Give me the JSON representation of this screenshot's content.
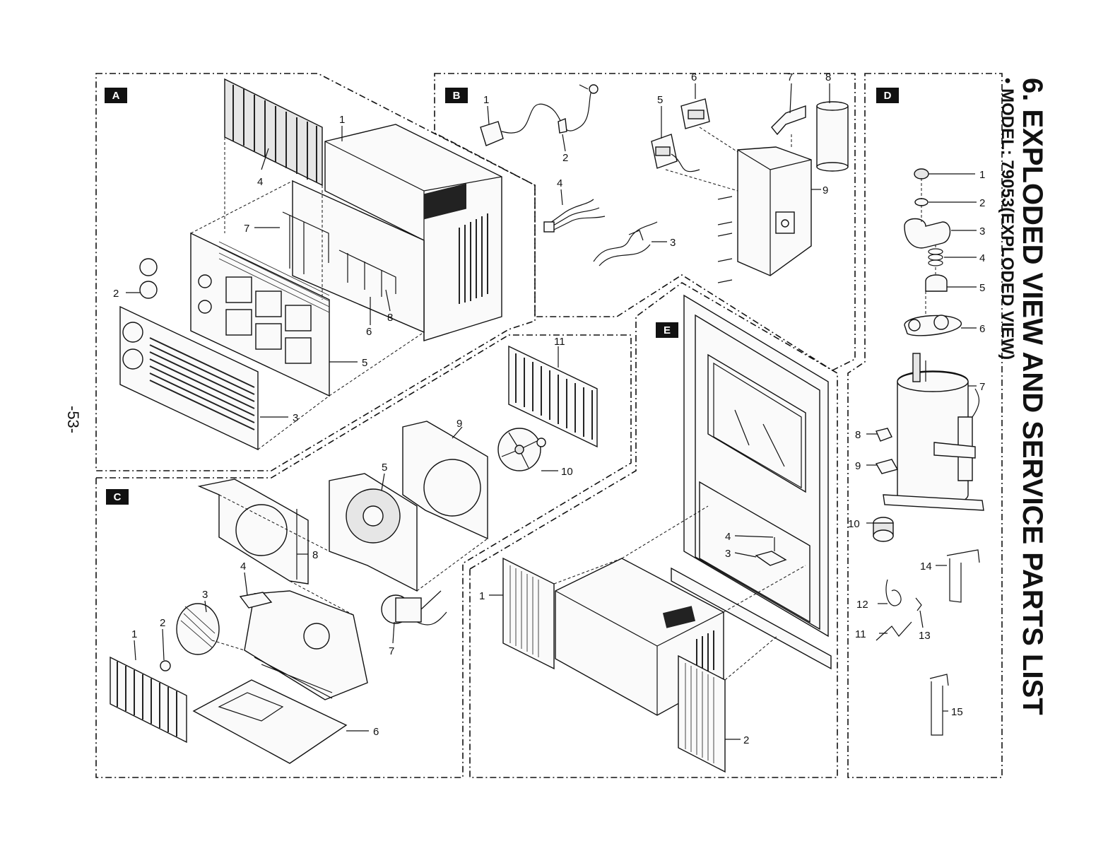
{
  "title": {
    "heading": "6. EXPLODED VIEW AND SERVICE PARTS LIST",
    "model": "• MODEL: 79053(EXPLODED VIEW)"
  },
  "page_number": "-53-",
  "sections": {
    "a": {
      "letter": "A",
      "callouts": [
        "1",
        "2",
        "3",
        "4",
        "5",
        "6",
        "7",
        "8"
      ]
    },
    "b": {
      "letter": "B",
      "callouts": [
        "1",
        "2",
        "3",
        "4",
        "5",
        "6",
        "7",
        "8",
        "9"
      ]
    },
    "c": {
      "letter": "C",
      "callouts": [
        "1",
        "2",
        "3",
        "4",
        "5",
        "6",
        "7",
        "8",
        "9",
        "10",
        "11"
      ]
    },
    "d": {
      "letter": "D",
      "callouts": [
        "1",
        "2",
        "3",
        "4",
        "5",
        "6",
        "7",
        "8",
        "9",
        "10",
        "11",
        "12",
        "13",
        "14",
        "15"
      ]
    },
    "e": {
      "letter": "E",
      "callouts": [
        "1",
        "2",
        "3",
        "4"
      ]
    }
  }
}
